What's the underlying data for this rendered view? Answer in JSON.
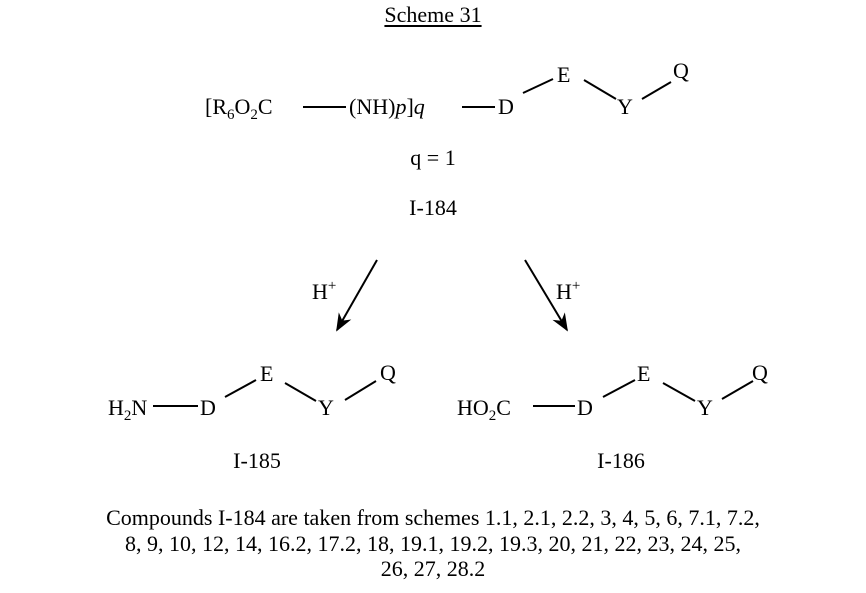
{
  "title": "Scheme 31",
  "reactant": {
    "group_prefix": "[R",
    "r_sub": "6",
    "o": "O",
    "o_sub": "2",
    "c": "C",
    "linker_open": "(NH)",
    "p": "p",
    "bracket_close": "]",
    "q": "q",
    "D": "D",
    "E": "E",
    "Y": "Y",
    "Q": "Q",
    "condition": "q = 1",
    "label": "I-184"
  },
  "arrows": [
    {
      "reagent": "H",
      "charge": "+"
    },
    {
      "reagent": "H",
      "charge": "+"
    }
  ],
  "product_left": {
    "h": "H",
    "h_sub": "2",
    "n": "N",
    "D": "D",
    "E": "E",
    "Y": "Y",
    "Q": "Q",
    "label": "I-185"
  },
  "product_right": {
    "ho": "HO",
    "o_sub": "2",
    "c": "C",
    "D": "D",
    "E": "E",
    "Y": "Y",
    "Q": "Q",
    "label": "I-186"
  },
  "note": {
    "lines": [
      "Compounds I-184 are taken from schemes 1.1, 2.1, 2.2, 3, 4, 5, 6, 7.1, 7.2,",
      "8, 9, 10, 12, 14, 16.2, 17.2, 18, 19.1, 19.2, 19.3, 20, 21, 22, 23, 24, 25,",
      "26, 27, 28.2"
    ]
  }
}
